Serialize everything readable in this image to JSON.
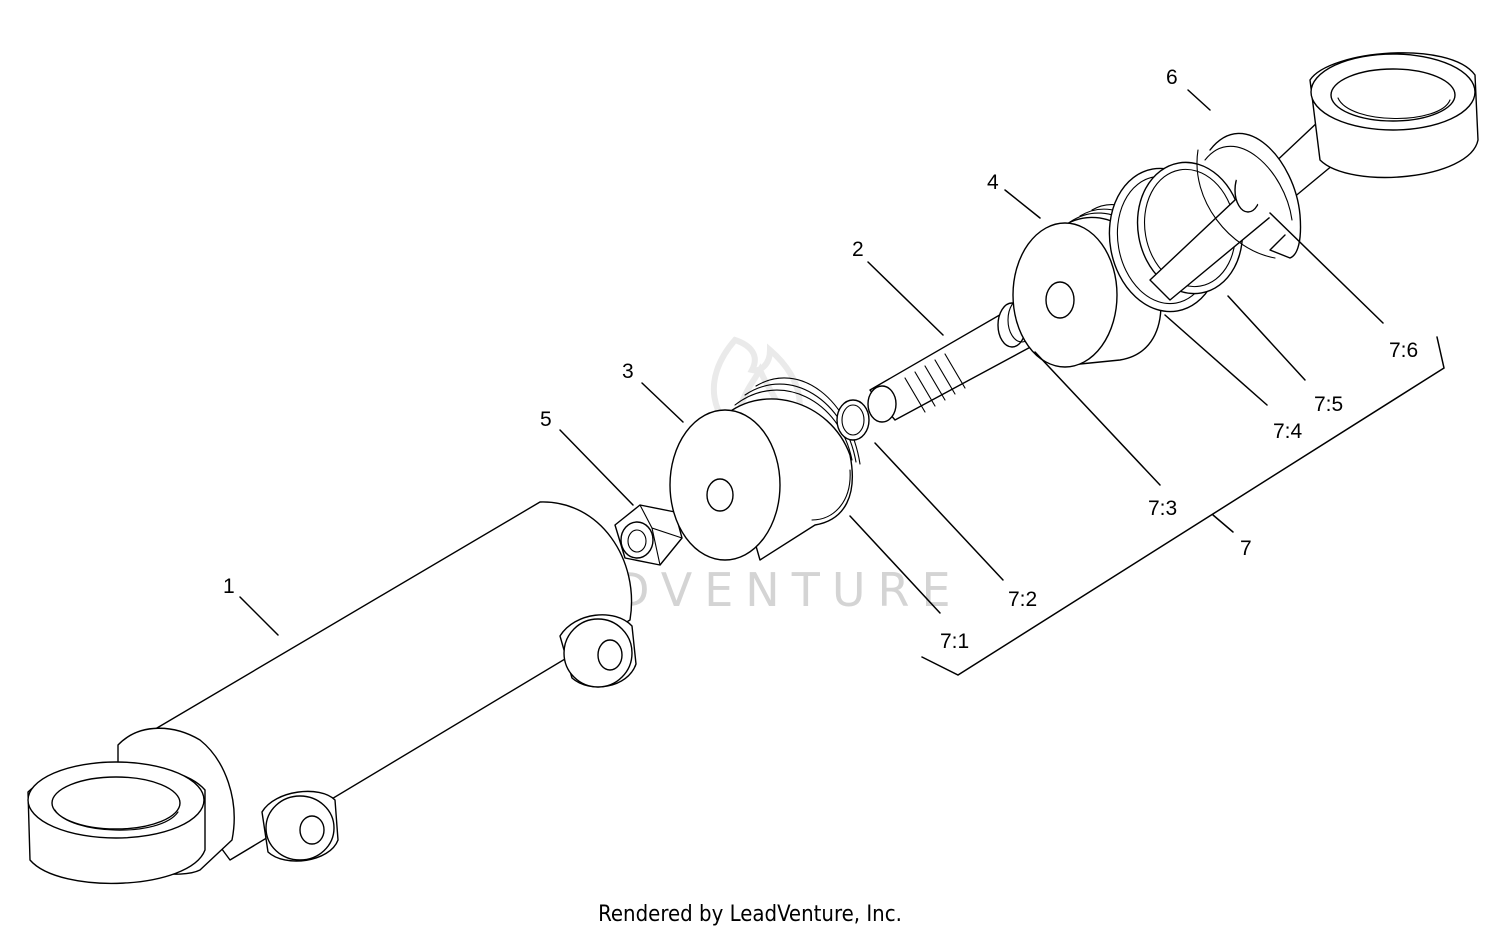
{
  "diagram": {
    "callouts": {
      "c1": "1",
      "c2": "2",
      "c3": "3",
      "c4": "4",
      "c5": "5",
      "c6": "6",
      "c7": "7",
      "c7_1": "7:1",
      "c7_2": "7:2",
      "c7_3": "7:3",
      "c7_4": "7:4",
      "c7_5": "7:5",
      "c7_6": "7:6"
    },
    "watermark": "LEADVENTURE",
    "footer": "Rendered by LeadVenture, Inc.",
    "colors": {
      "line": "#000000",
      "watermark": "#d4d4d4",
      "background": "#ffffff"
    }
  }
}
